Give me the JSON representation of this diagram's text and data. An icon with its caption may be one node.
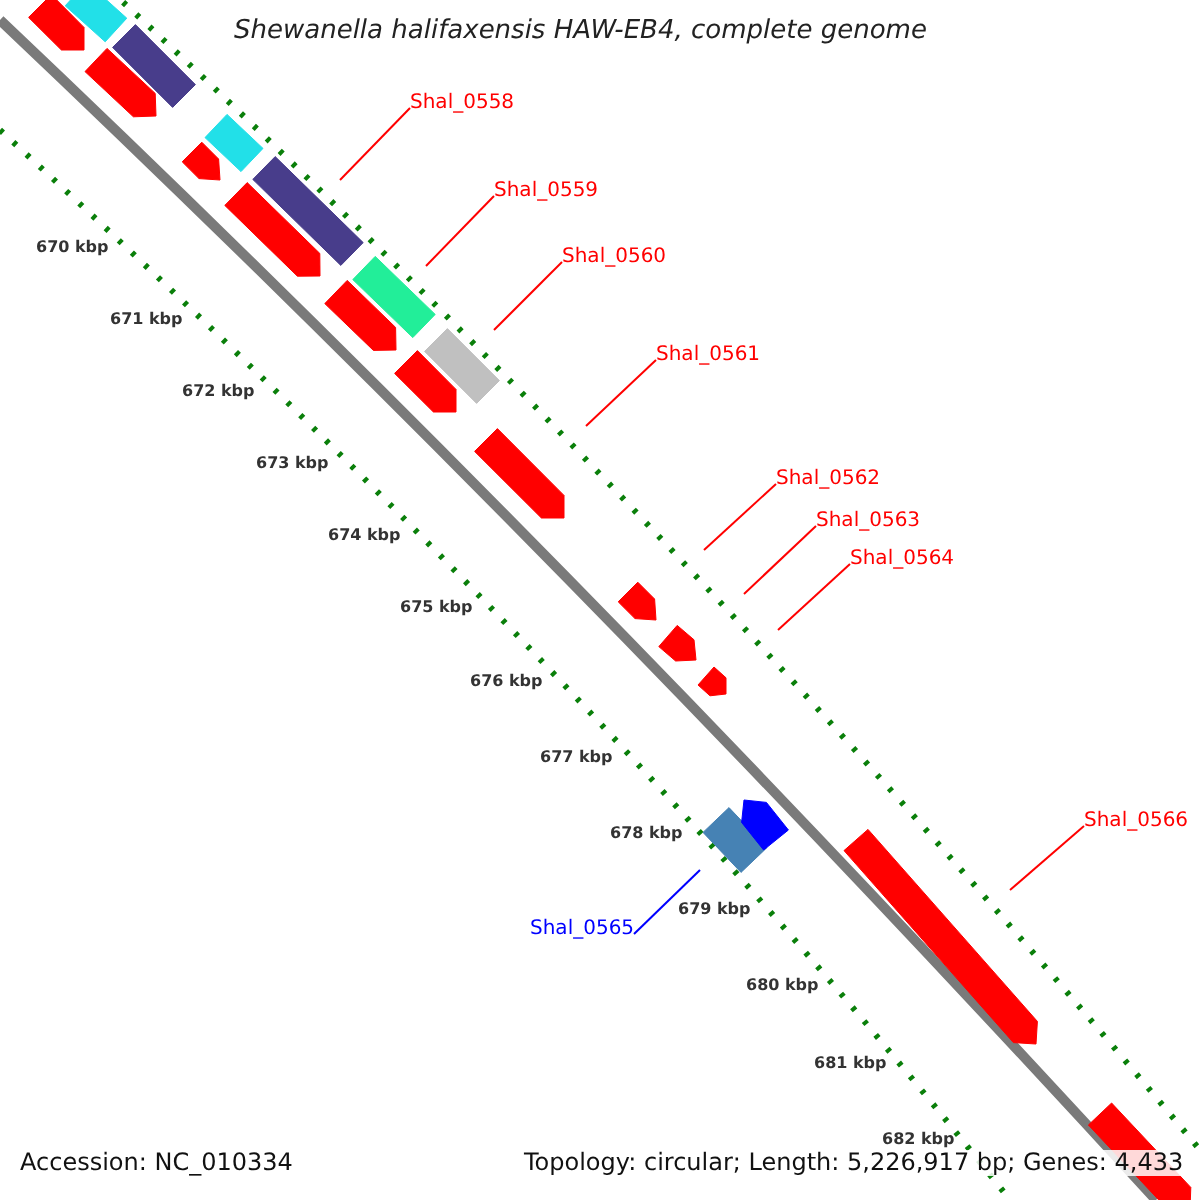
{
  "diagram": {
    "title": "Shewanella halifaxensis HAW-EB4, complete genome",
    "nodes": [
      {
        "text": [
          "Shal_0558"
        ]
      },
      {
        "text": [
          "Shal_0559"
        ]
      },
      {
        "text": [
          "Shal_0560"
        ]
      },
      {
        "text": [
          "Shal_0561"
        ]
      },
      {
        "text": [
          "Shal_0562"
        ]
      },
      {
        "text": [
          "Shal_0563"
        ]
      },
      {
        "text": [
          "Shal_0564"
        ]
      },
      {
        "text": [
          "Shal_0565"
        ]
      },
      {
        "text": [
          "Shal_0566"
        ]
      }
    ],
    "edges": [
      {
        "from": 0,
        "to": null,
        "arrow": "none"
      },
      {
        "from": 1,
        "to": null,
        "arrow": "none"
      },
      {
        "from": 2,
        "to": null,
        "arrow": "none"
      },
      {
        "from": 3,
        "to": null,
        "arrow": "none"
      },
      {
        "from": 4,
        "to": null,
        "arrow": "none"
      },
      {
        "from": 5,
        "to": null,
        "arrow": "none"
      },
      {
        "from": 6,
        "to": null,
        "arrow": "none"
      },
      {
        "from": 7,
        "to": null,
        "arrow": "none",
        "color": "#0000ff"
      },
      {
        "from": 8,
        "to": null,
        "arrow": "none"
      }
    ],
    "labels": [
      "670 kbp",
      "671 kbp",
      "672 kbp",
      "673 kbp",
      "674 kbp",
      "675 kbp",
      "676 kbp",
      "677 kbp",
      "678 kbp",
      "679 kbp",
      "680 kbp",
      "681 kbp",
      "682 kbp",
      "Accession: NC_010334",
      "Topology: circular; Length: 5,226,917 bp; Genes: 4,433"
    ]
  }
}
